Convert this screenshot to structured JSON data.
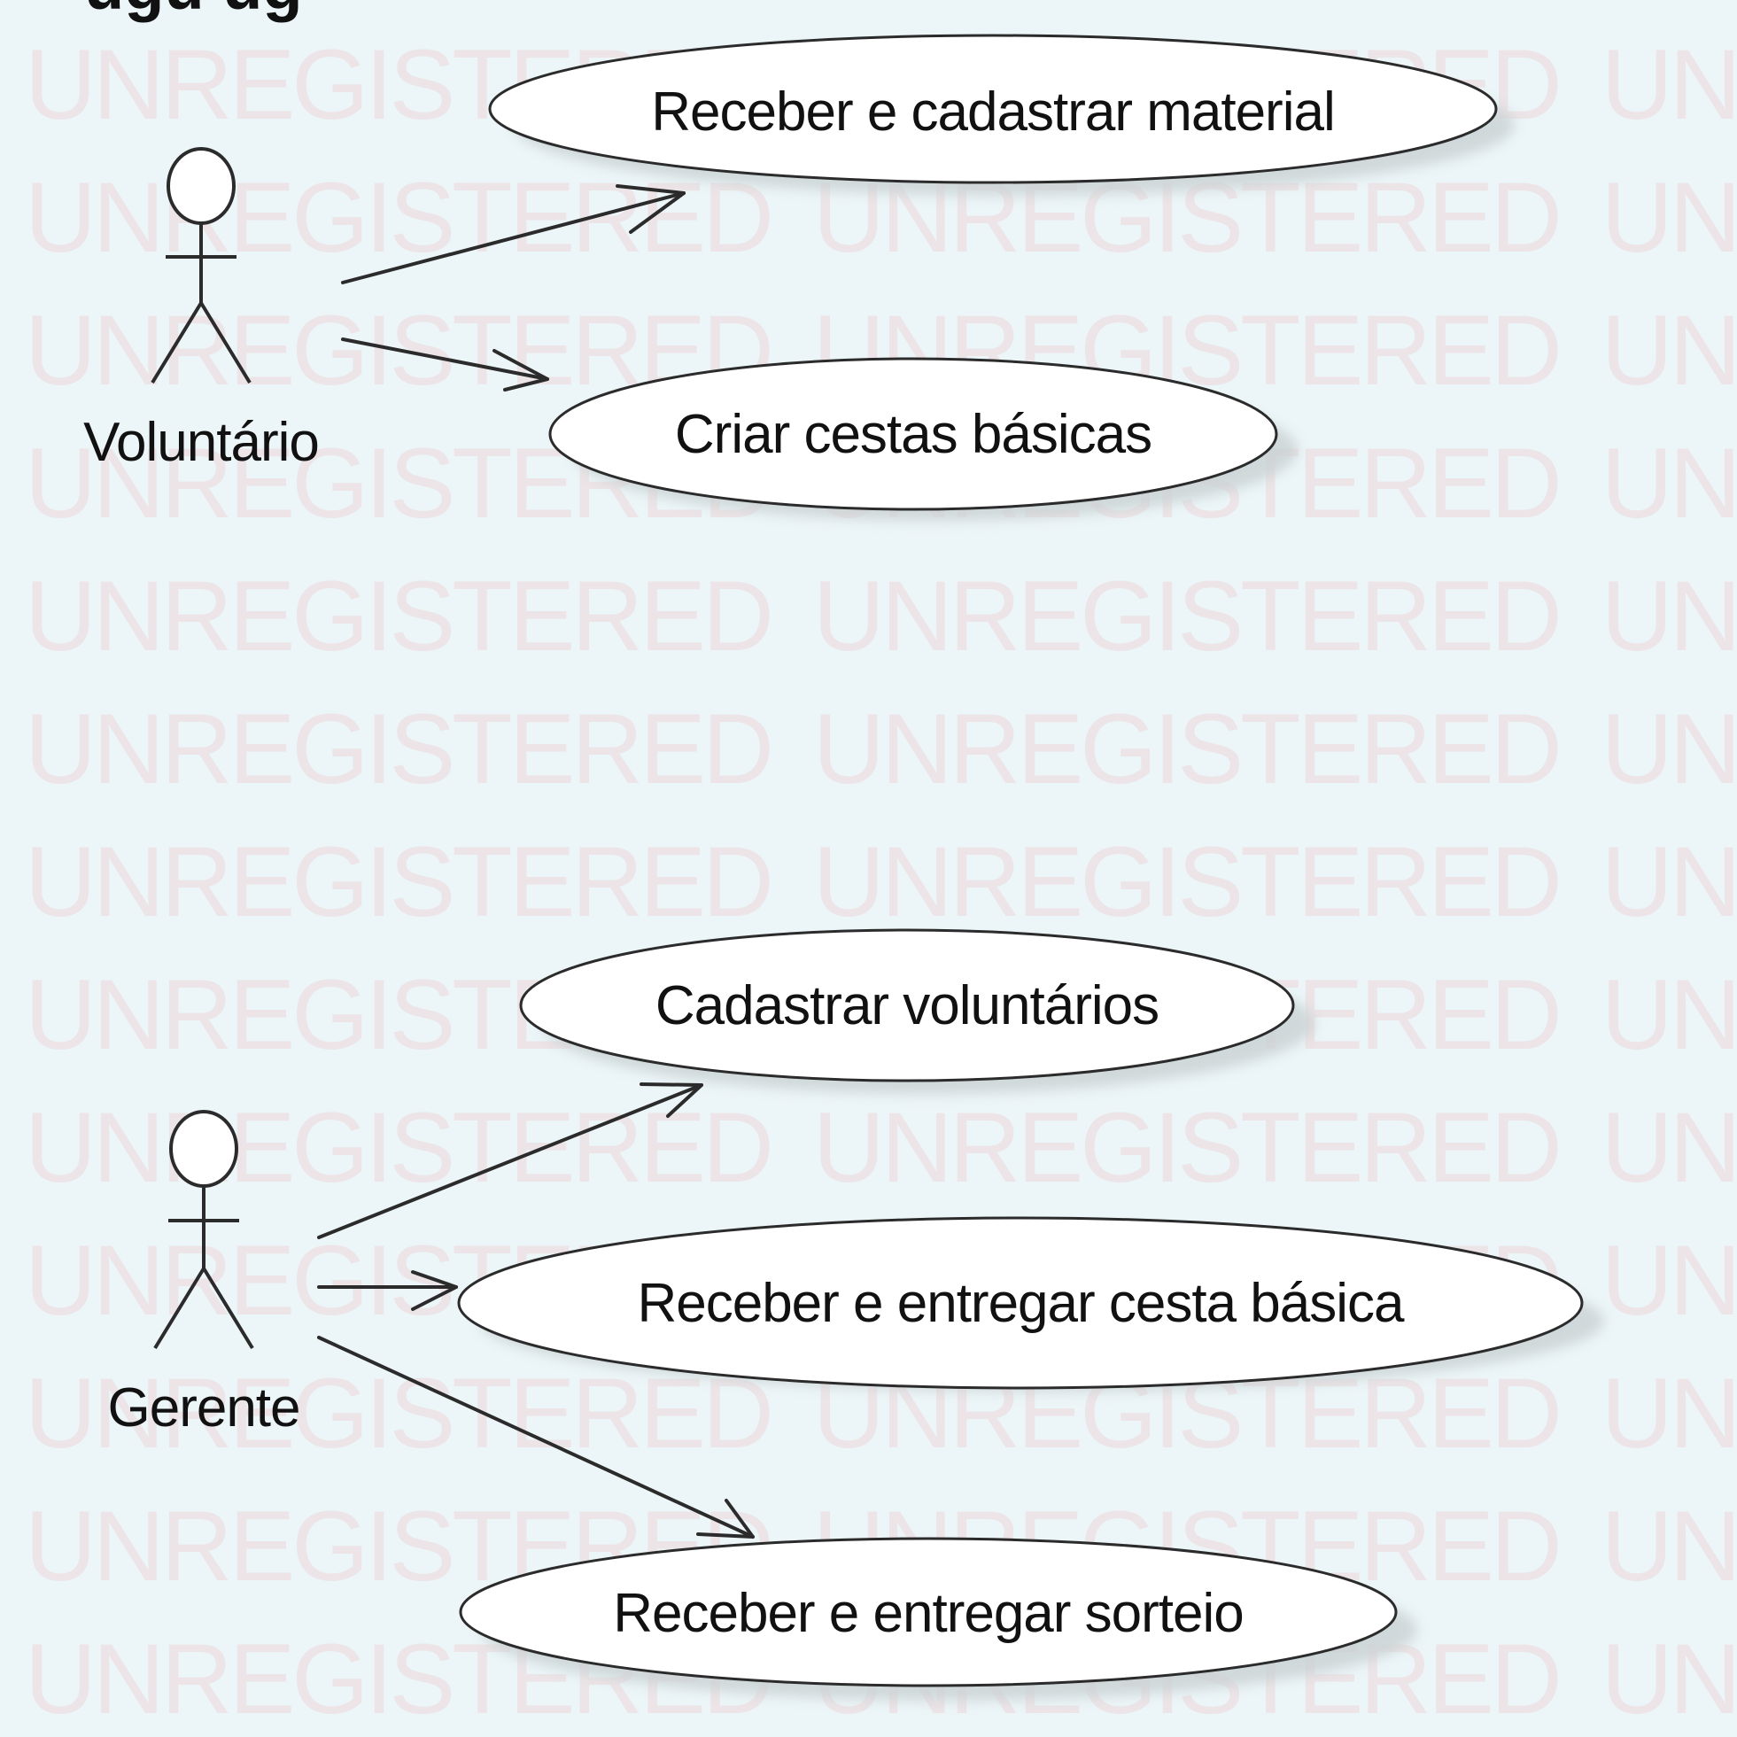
{
  "diagram": {
    "heading": "ugu ug",
    "watermark": "UNREGISTERED",
    "colors": {
      "background": "#ecf5f7",
      "watermark": "#ece4e6",
      "stroke": "#2b2b2b",
      "ellipse_fill": "#ffffff",
      "ellipse_shadow": "#c9d1d3"
    },
    "actors": [
      {
        "id": "voluntario",
        "name": "Voluntário"
      },
      {
        "id": "gerente",
        "name": "Gerente"
      }
    ],
    "use_cases": [
      {
        "id": "uc1",
        "label": "Receber e cadastrar material"
      },
      {
        "id": "uc2",
        "label": "Criar cestas básicas"
      },
      {
        "id": "uc3",
        "label": "Cadastrar voluntários"
      },
      {
        "id": "uc4",
        "label": "Receber e entregar cesta básica"
      },
      {
        "id": "uc5",
        "label": "Receber e entregar sorteio"
      }
    ],
    "associations": [
      {
        "from": "voluntario",
        "to": "uc1"
      },
      {
        "from": "voluntario",
        "to": "uc2"
      },
      {
        "from": "gerente",
        "to": "uc3"
      },
      {
        "from": "gerente",
        "to": "uc4"
      },
      {
        "from": "gerente",
        "to": "uc5"
      }
    ]
  }
}
